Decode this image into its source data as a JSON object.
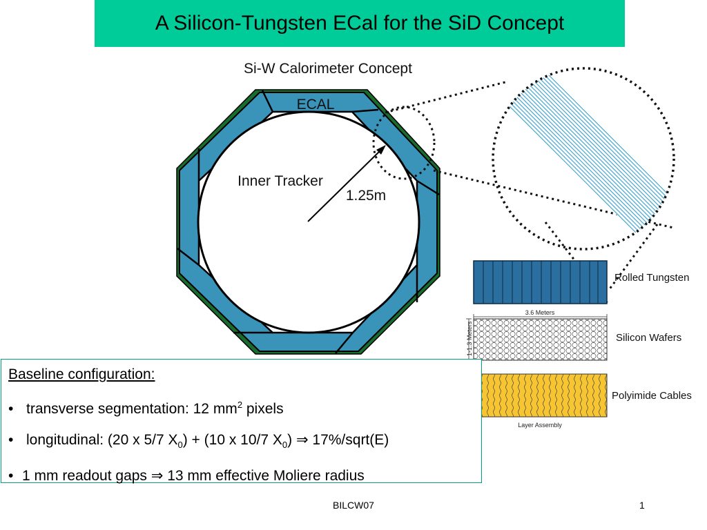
{
  "slide": {
    "title": "A Silicon-Tungsten ECal for the SiD Concept",
    "footer": "BILCW07",
    "page_number": "1"
  },
  "diagram": {
    "heading": "Si-W Calorimeter Concept",
    "ecal_label": "ECAL",
    "inner_tracker_label": "Inner Tracker",
    "radius_label": "1.25m",
    "layers": {
      "rolled_tungsten": "Rolled Tungsten",
      "silicon_wafers": "Silicon Wafers",
      "polyimide_cables": "Polyimide Cables",
      "width_label": "3.6 Meters",
      "height_label": "1-1.3 Meters",
      "assembly_label": "Layer Assembly"
    },
    "colors": {
      "title_bar": "#00cc99",
      "ecal_blue": "#3a93b8",
      "ecal_green": "#1a6b2e",
      "tungsten_blue": "#2a6fa0",
      "cables_yellow": "#f7c531"
    }
  },
  "baseline": {
    "heading": "Baseline configuration:",
    "bullet": "•",
    "item1_pre": "transverse segmentation: 12 mm",
    "item1_sup": "2",
    "item1_post": " pixels",
    "item2_a": "longitudinal: (20 x 5/7 X",
    "item2_sub1": "0",
    "item2_b": ") + (10 x 10/7 X",
    "item2_sub2": "0",
    "item2_c": ") ",
    "arrow": "⇒",
    "item2_d": " 17%/sqrt(E)",
    "item3_a": "1 mm readout gaps ",
    "item3_b": " 13 mm effective Moliere radius"
  }
}
